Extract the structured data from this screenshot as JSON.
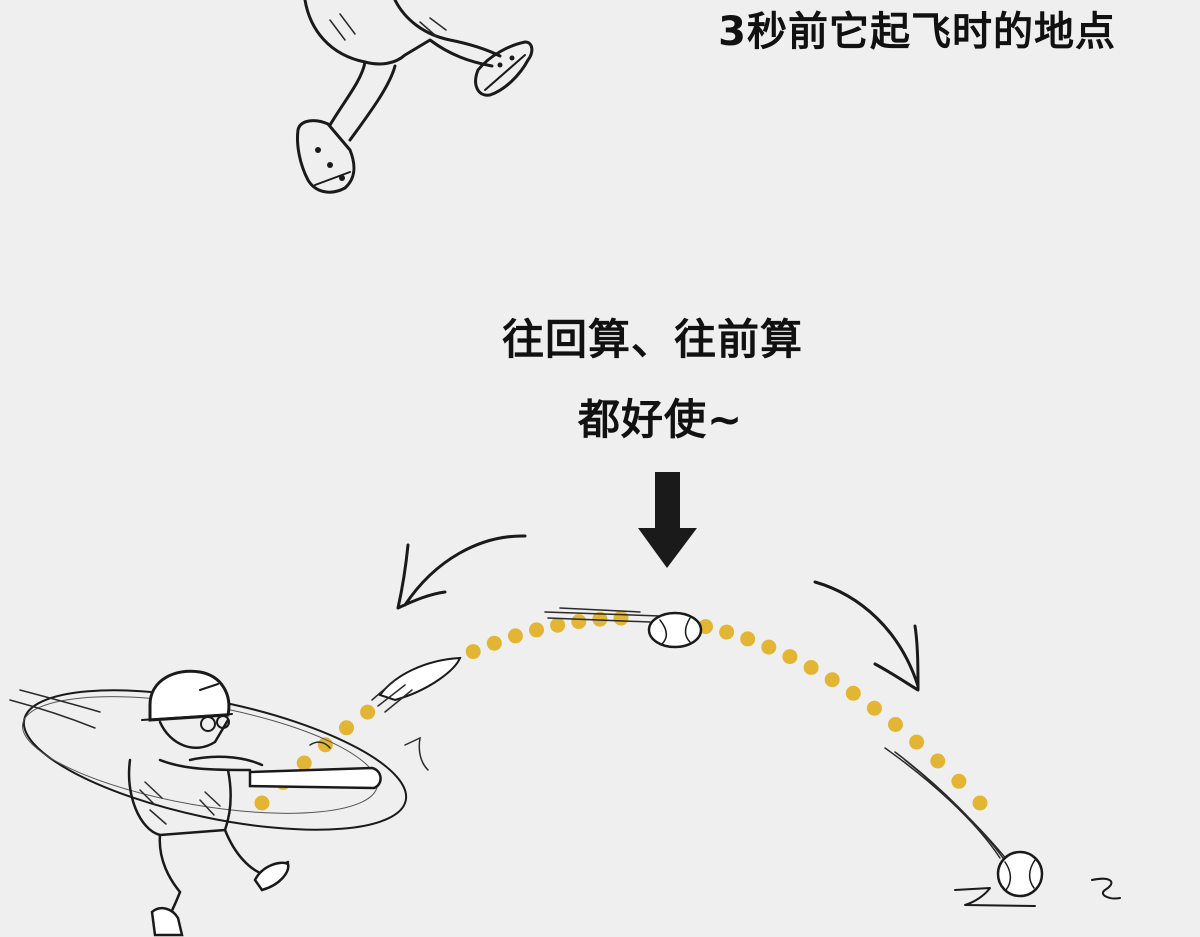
{
  "captions": {
    "top": "3秒前它起飞时的地点",
    "mid_line1": "往回算、往前算",
    "mid_line2": "都好使~"
  },
  "colors": {
    "background": "#efefef",
    "trajectory_dots": "#e2b634",
    "ink": "#1a1a1a"
  },
  "icons": {
    "down_arrow": "down-arrow-icon",
    "curved_arrow_left": "curved-arrow-left-icon",
    "curved_arrow_right": "curved-arrow-right-icon"
  }
}
